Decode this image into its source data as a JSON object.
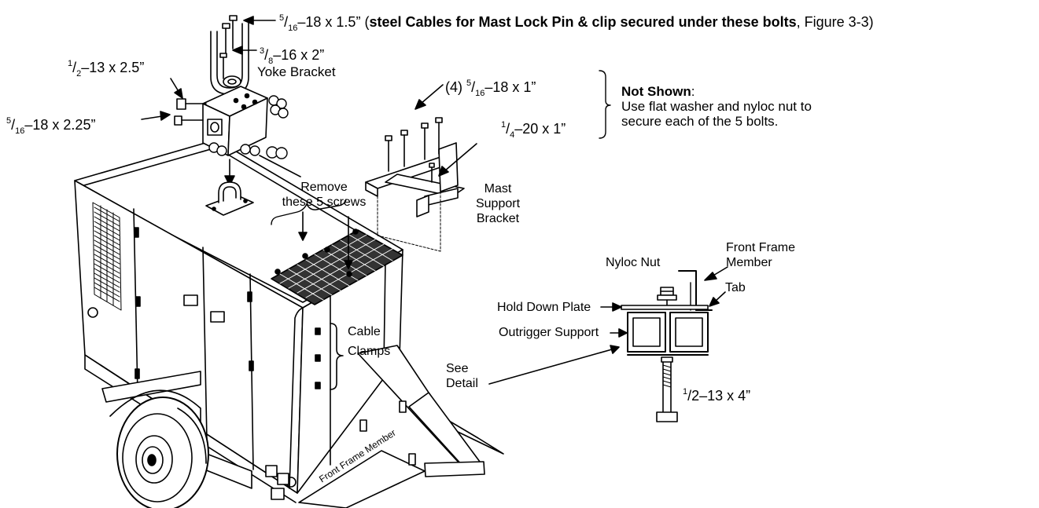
{
  "labels": {
    "top_bolt": {
      "num": "5",
      "den": "16",
      "rest": "–18 x 1.5” (",
      "bold_note": "steel Cables for Mast Lock Pin & clip secured under these bolts",
      "tail": ", Figure 3-3)"
    },
    "bolt_38": {
      "num": "3",
      "den": "8",
      "rest": "–16 x 2”"
    },
    "bolt_12_25": {
      "num": "1",
      "den": "2",
      "rest": "–13 x 2.5”"
    },
    "bolt_516_225": {
      "num": "5",
      "den": "16",
      "rest": "–18 x 2.25”"
    },
    "yoke_bracket": "Yoke Bracket",
    "bolts_4": {
      "prefix": "(4) ",
      "num": "5",
      "den": "16",
      "rest": "–18 x 1”"
    },
    "bolt_14": {
      "num": "1",
      "den": "4",
      "rest": "–20 x 1”"
    },
    "not_shown_title": "Not Shown",
    "not_shown_colon": ":",
    "not_shown_line1": "Use flat washer and nyloc nut to",
    "not_shown_line2": "secure each of the 5 bolts.",
    "remove_line1": "Remove",
    "remove_line2": "these 5 screws",
    "mast_line1": "Mast",
    "mast_line2": "Support",
    "mast_line3": "Bracket",
    "front_frame_line1": "Front Frame",
    "front_frame_line2": "Member",
    "nyloc_nut": "Nyloc Nut",
    "tab": "Tab",
    "hold_down_plate": "Hold Down Plate",
    "outrigger_support": "Outrigger Support",
    "cable_line1": "Cable",
    "cable_line2": "Clamps",
    "see_line1": "See",
    "see_line2": "Detail",
    "bolt_12_4": {
      "num": "1",
      "rest": "/2–13 x 4”"
    },
    "front_frame_member_side": "Front Frame Member"
  },
  "colors": {
    "ink": "#000000",
    "paper": "#ffffff",
    "grille": "#333333"
  }
}
